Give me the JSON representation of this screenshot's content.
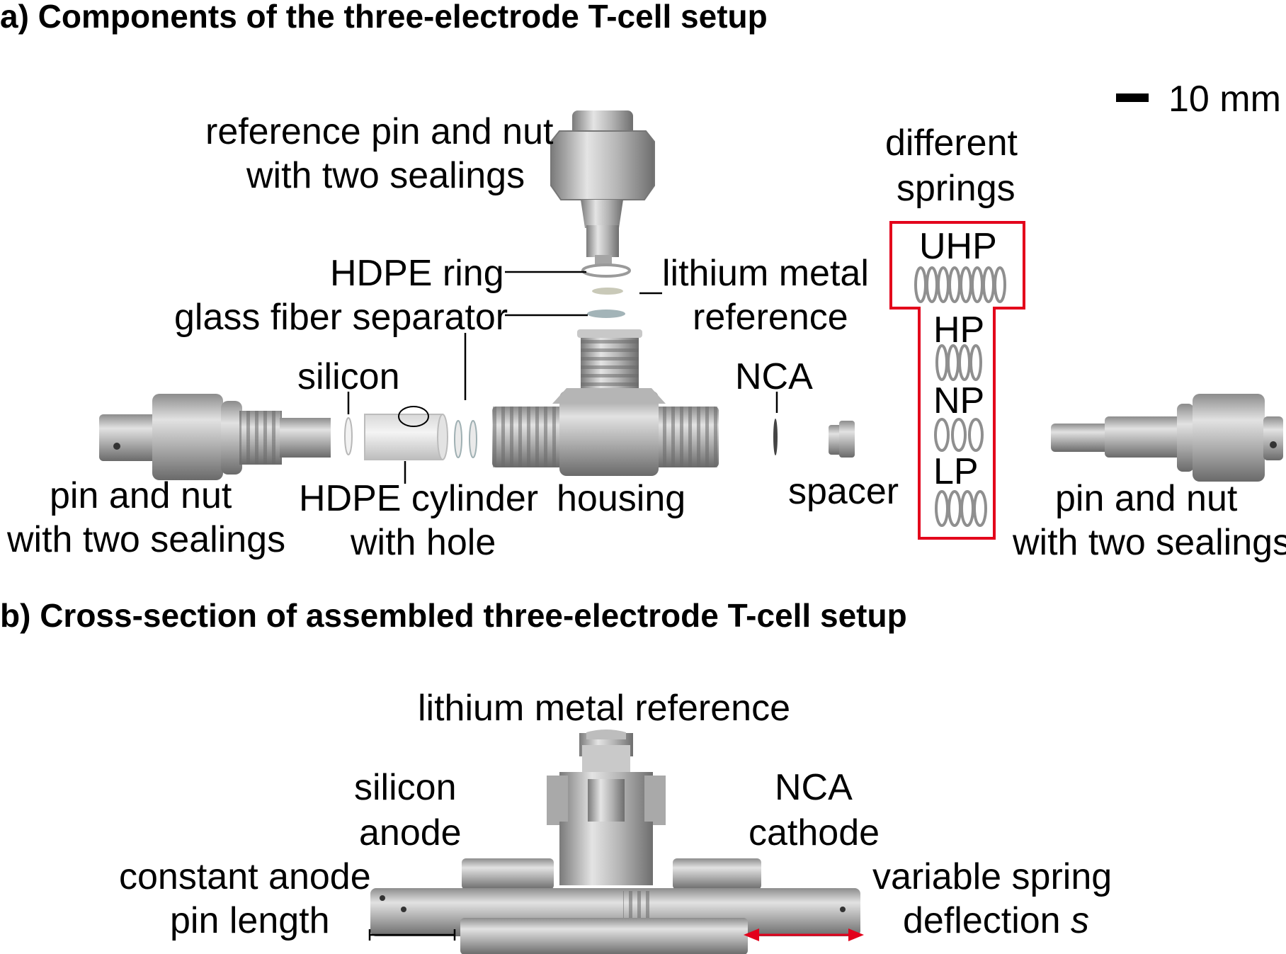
{
  "panel_a": {
    "title": "a) Components of the three-electrode T-cell setup",
    "scale_bar": "10 mm",
    "labels": {
      "ref_pin_1": "reference pin and nut",
      "ref_pin_2": "with two sealings",
      "hdpe_ring": "HDPE ring",
      "glass_fiber": "glass fiber separator",
      "lithium_1": "lithium metal",
      "lithium_2": "reference",
      "silicon": "silicon",
      "nca": "NCA",
      "pin_left_1": "pin and nut",
      "pin_left_2": "with two sealings",
      "hdpe_cyl_1": "HDPE cylinder",
      "hdpe_cyl_2": "with hole",
      "housing": "housing",
      "spacer": "spacer",
      "pin_right_1": "pin and nut",
      "pin_right_2": "with two sealings",
      "springs_1": "different",
      "springs_2": "springs"
    },
    "springs": [
      "UHP",
      "HP",
      "NP",
      "LP"
    ],
    "highlight_color": "#e3001b"
  },
  "panel_b": {
    "title": "b) Cross-section of assembled three-electrode T-cell setup",
    "labels": {
      "lithium_ref": "lithium metal reference",
      "silicon_1": "silicon",
      "silicon_2": "anode",
      "nca_1": "NCA",
      "nca_2": "cathode",
      "const_1": "constant anode",
      "const_2": "pin length",
      "var_1": "variable spring",
      "var_2a": "deflection ",
      "var_2b": "s"
    },
    "arrow_color": "#e3001b"
  }
}
